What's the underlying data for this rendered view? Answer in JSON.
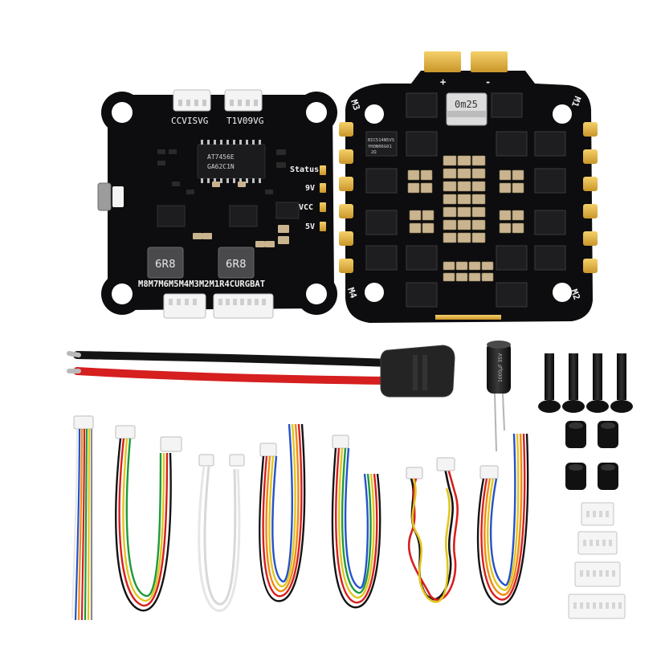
{
  "colors": {
    "pcb": "#0d0d0f",
    "gold": "#e2b33a",
    "connector": "#f4f4f4",
    "cap": "#c9b48f",
    "wire_red": "#d61f1f",
    "wire_black": "#141414",
    "xt60": "#242424",
    "hardware": "#111111"
  },
  "fc_board": {
    "top_labels": [
      "CCVISVG",
      "T1V09VG"
    ],
    "bottom_label": "M8M7M6M5M4M3M2M1R4CURGBAT",
    "side_labels": [
      "Status",
      "9V",
      "VCC",
      "5V"
    ],
    "chip_text": [
      "AT7456E",
      "GA62C1N"
    ],
    "inductor_text": [
      "6R8",
      "6R8"
    ]
  },
  "esc_board": {
    "polarity": [
      "+",
      "-"
    ],
    "shunt_text": "0m25",
    "motor_labels": [
      "M3",
      "M1",
      "M4",
      "M2"
    ],
    "mosfet_text": [
      "BIC514N5VS",
      "YHON06G01"
    ],
    "small_text": "2Ω"
  },
  "capacitor_text": "1000μF 35V"
}
